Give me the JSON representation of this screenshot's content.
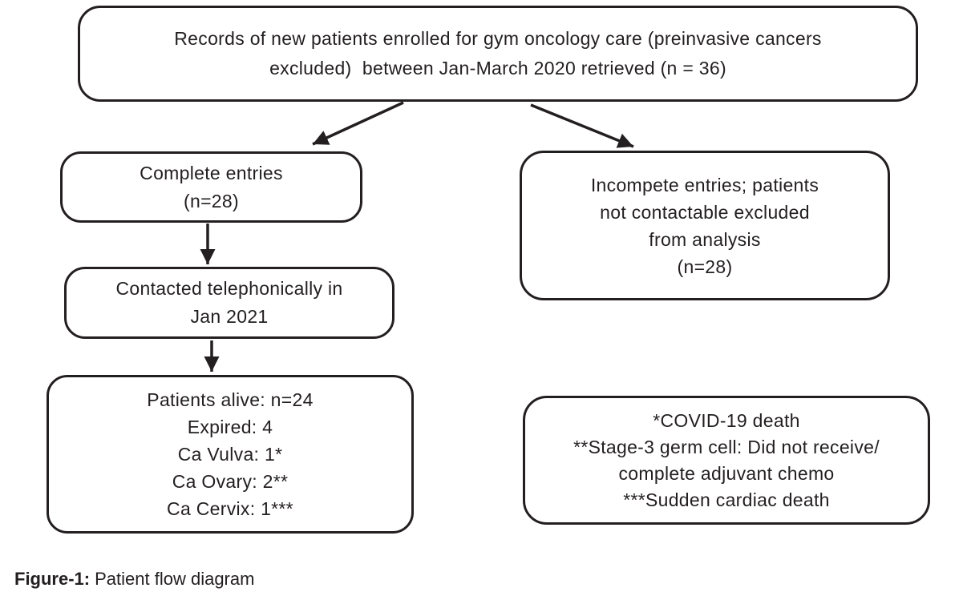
{
  "figure": {
    "caption_label": "Figure-1:",
    "caption_text": "Patient flow diagram"
  },
  "flowchart": {
    "top_box": {
      "text": "Records of new patients enrolled for gym oncology care (preinvasive cancers\nexcluded)  between Jan-March 2020 retrieved (n = 36)",
      "n": 36
    },
    "complete_box": {
      "text": "Complete entries\n(n=28)",
      "n": 28
    },
    "incomplete_box": {
      "text": "Incompete entries; patients\nnot contactable excluded\nfrom analysis\n(n=28)",
      "n": 28
    },
    "contacted_box": {
      "text": "Contacted telephonically in\nJan 2021"
    },
    "outcome_box": {
      "text": "Patients alive: n=24\nExpired: 4\nCa Vulva: 1*\nCa Ovary: 2**\nCa Cervix: 1***",
      "alive": 24,
      "expired": 4
    },
    "footnote_box": {
      "text": "*COVID-19 death\n**Stage-3 germ cell: Did not receive/\ncomplete adjuvant chemo\n***Sudden cardiac death"
    }
  },
  "colors": {
    "ink": "#231f20",
    "background": "#ffffff"
  }
}
